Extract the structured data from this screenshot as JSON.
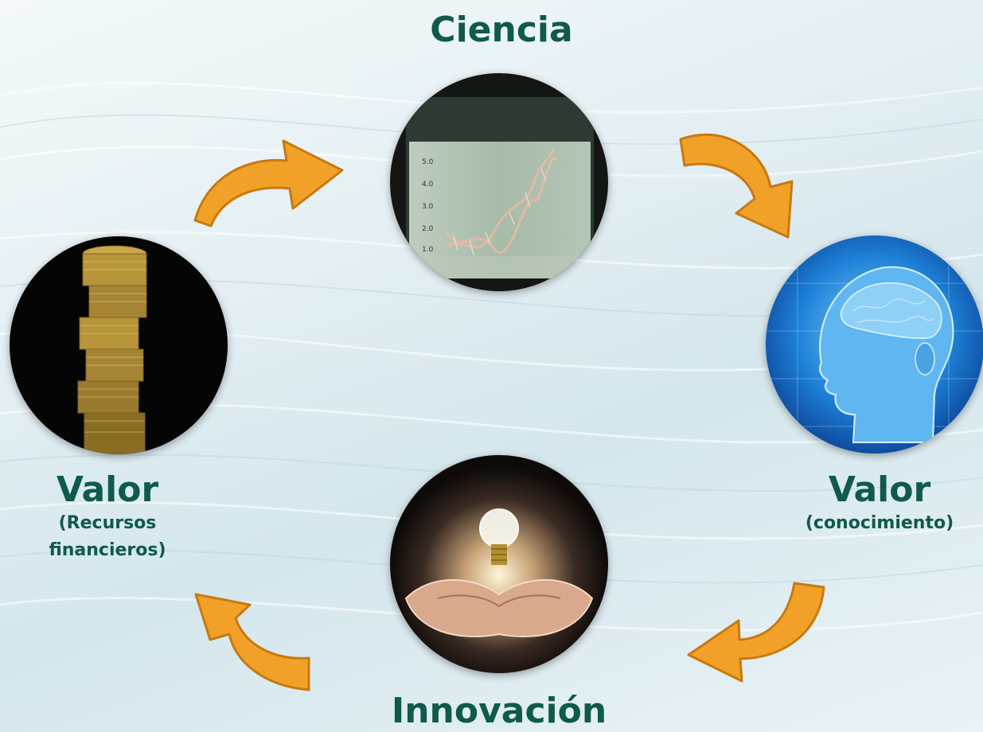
{
  "nodes": {
    "top": {
      "title": "Ciencia",
      "image": "dna-test-tube"
    },
    "right": {
      "title": "Valor",
      "subtitle": "(conocimiento)",
      "image": "digital-head"
    },
    "bottom": {
      "title": "Innovación",
      "image": "lightbulb-hands"
    },
    "left": {
      "title": "Valor",
      "subtitle_line1": "(Recursos",
      "subtitle_line2": "financieros)",
      "image": "coin-stack"
    }
  },
  "flow": [
    "top",
    "right",
    "bottom",
    "left",
    "top"
  ],
  "scale_ticks": [
    "5.0",
    "4.0",
    "3.0",
    "2.0",
    "1.0"
  ],
  "colors": {
    "label": "#0f5a4b",
    "arrow": "#f2a128",
    "arrow_dark": "#c77a10"
  }
}
